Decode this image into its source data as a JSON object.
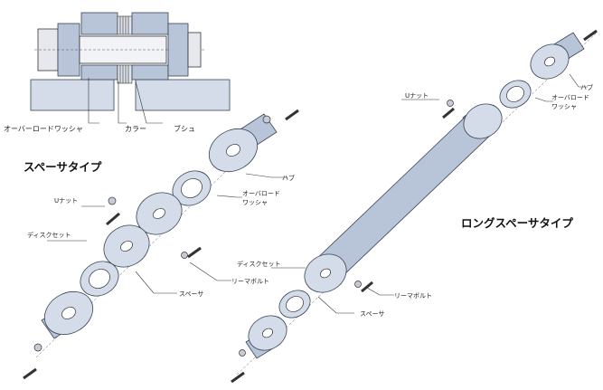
{
  "section_view": {
    "over_load_washer": "オーバーロードワッシャ",
    "collar": "カラー",
    "bush": "ブシュ"
  },
  "spacer_type": {
    "title": "スペーサタイプ",
    "u_nut": "Uナット",
    "disc_set": "ディスクセット",
    "hub": "ハブ",
    "over_load_washer": "オーバロード\nワッシャ",
    "reamer_bolt": "リーマボルト",
    "spacer": "スペーサ"
  },
  "long_spacer_type": {
    "title": "ロングスペーサタイプ",
    "u_nut": "Uナット",
    "hub": "ハブ",
    "over_load_washer": "オーバロード\nワッシャ",
    "disc_set": "ディスクセット",
    "reamer_bolt": "リーマボルト",
    "spacer": "スペーサ"
  },
  "colors": {
    "part_fill": "#b8c4d8",
    "part_light": "#d4dcea",
    "part_dark": "#8a99b3",
    "outline": "#384454",
    "section_bg": "#c9d2e3"
  }
}
